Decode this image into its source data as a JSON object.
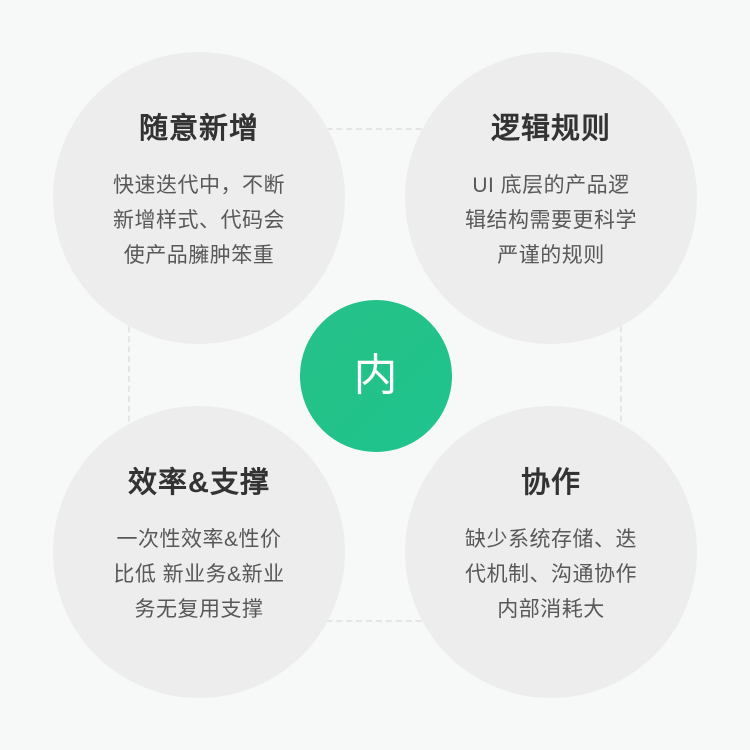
{
  "diagram": {
    "center": {
      "label": "内",
      "color": "#22c289"
    },
    "connector_color": "#e4e6e6",
    "background_color": "#f7f8f8",
    "bubble_color": "#ededee",
    "nodes": [
      {
        "position": "top-left",
        "title": "随意新增",
        "body": "快速迭代中，不断\n新增样式、代码会\n使产品臃肿笨重"
      },
      {
        "position": "top-right",
        "title": "逻辑规则",
        "body": "UI 底层的产品逻\n辑结构需要更科学\n严谨的规则"
      },
      {
        "position": "bottom-left",
        "title": "效率&支撑",
        "body": "一次性效率&性价\n比低 新业务&新业\n务无复用支撑"
      },
      {
        "position": "bottom-right",
        "title": "协作",
        "body": "缺少系统存储、迭\n代机制、沟通协作\n内部消耗大"
      }
    ]
  }
}
